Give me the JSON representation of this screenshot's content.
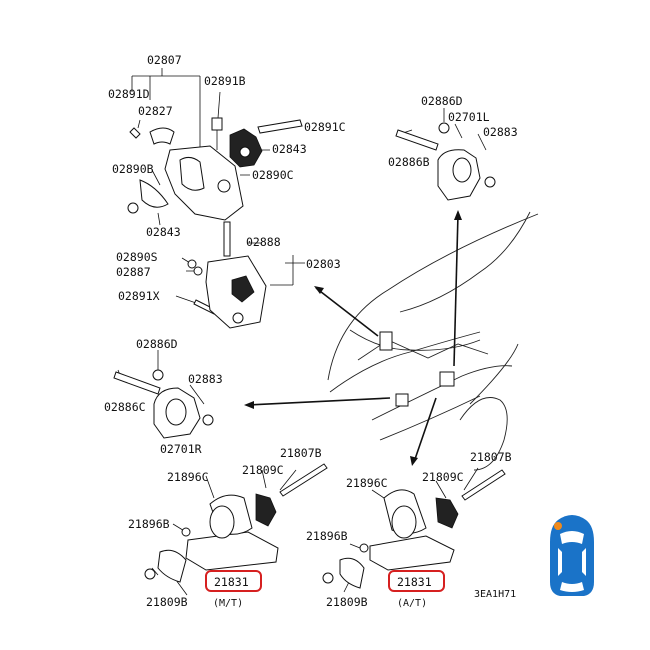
{
  "labels": {
    "p02807": "02807",
    "p02891D": "02891D",
    "p02891B": "02891B",
    "p02827": "02827",
    "p02891C": "02891C",
    "p02843a": "02843",
    "p02890B": "02890B",
    "p02890C": "02890C",
    "p02843b": "02843",
    "p02888": "02888",
    "p02890S": "02890S",
    "p02803": "02803",
    "p02887": "02887",
    "p02891X": "02891X",
    "p02886D_top": "02886D",
    "p02701L": "02701L",
    "p02883_top": "02883",
    "p02886B_top": "02886B",
    "p02886D_left": "02886D",
    "p02883_left": "02883",
    "p02886C": "02886C",
    "p02701R": "02701R",
    "p21807B_l": "21807B",
    "p21896C_l": "21896C",
    "p21809C_l": "21809C",
    "p21896B_l": "21896B",
    "p21831_l": "21831",
    "p21809B_l": "21809B",
    "note_mt": "(M/T)",
    "p21896C_r": "21896C",
    "p21809C_r": "21809C",
    "p21807B_r": "21807B",
    "p21896B_r": "21896B",
    "p21831_r": "21831",
    "p21809B_r": "21809B",
    "note_at": "(A/T)",
    "code": "3EA1H71"
  },
  "colors": {
    "highlight": "#d62020",
    "badge_blue": "#1a73c8",
    "badge_orange": "#f08a1c"
  },
  "icons": {
    "badge": "car-top-view-icon"
  }
}
